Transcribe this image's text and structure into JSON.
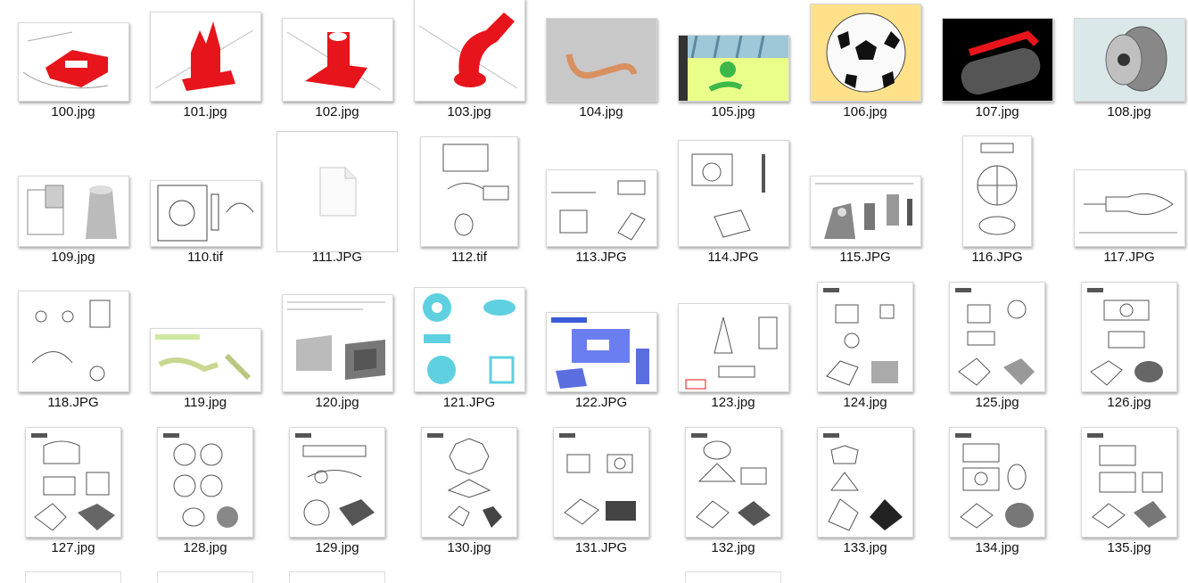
{
  "files": [
    {
      "name": "100.jpg",
      "kind": "red-part"
    },
    {
      "name": "101.jpg",
      "kind": "red-part"
    },
    {
      "name": "102.jpg",
      "kind": "red-part"
    },
    {
      "name": "103.jpg",
      "kind": "red-part"
    },
    {
      "name": "104.jpg",
      "kind": "pipe"
    },
    {
      "name": "105.jpg",
      "kind": "scene"
    },
    {
      "name": "106.jpg",
      "kind": "ball"
    },
    {
      "name": "107.jpg",
      "kind": "cylinder"
    },
    {
      "name": "108.jpg",
      "kind": "pulley"
    },
    {
      "name": "109.jpg",
      "kind": "drawing"
    },
    {
      "name": "110.tif",
      "kind": "drawing"
    },
    {
      "name": "111.JPG",
      "kind": "generic-file"
    },
    {
      "name": "112.tif",
      "kind": "drawing"
    },
    {
      "name": "113.JPG",
      "kind": "drawing"
    },
    {
      "name": "114.JPG",
      "kind": "drawing"
    },
    {
      "name": "115.JPG",
      "kind": "gray-part"
    },
    {
      "name": "116.JPG",
      "kind": "drawing"
    },
    {
      "name": "117.JPG",
      "kind": "drawing"
    },
    {
      "name": "118.JPG",
      "kind": "drawing"
    },
    {
      "name": "119.jpg",
      "kind": "drawing"
    },
    {
      "name": "120.jpg",
      "kind": "drawing"
    },
    {
      "name": "121.JPG",
      "kind": "cyan-drawing"
    },
    {
      "name": "122.JPG",
      "kind": "blue-drawing"
    },
    {
      "name": "123.jpg",
      "kind": "drawing"
    },
    {
      "name": "124.jpg",
      "kind": "drawing"
    },
    {
      "name": "125.jpg",
      "kind": "drawing"
    },
    {
      "name": "126.jpg",
      "kind": "drawing"
    },
    {
      "name": "127.jpg",
      "kind": "drawing"
    },
    {
      "name": "128.jpg",
      "kind": "drawing"
    },
    {
      "name": "129.jpg",
      "kind": "drawing"
    },
    {
      "name": "130.jpg",
      "kind": "drawing"
    },
    {
      "name": "131.JPG",
      "kind": "drawing"
    },
    {
      "name": "132.jpg",
      "kind": "drawing"
    },
    {
      "name": "133.jpg",
      "kind": "drawing"
    },
    {
      "name": "134.jpg",
      "kind": "drawing"
    },
    {
      "name": "135.jpg",
      "kind": "drawing"
    }
  ],
  "colors": {
    "red": "#e8141c",
    "gray": "#9a9a9a",
    "cyan": "#5fd0e0",
    "blue": "#3a5bd8",
    "yellow": "#ffe18a"
  }
}
